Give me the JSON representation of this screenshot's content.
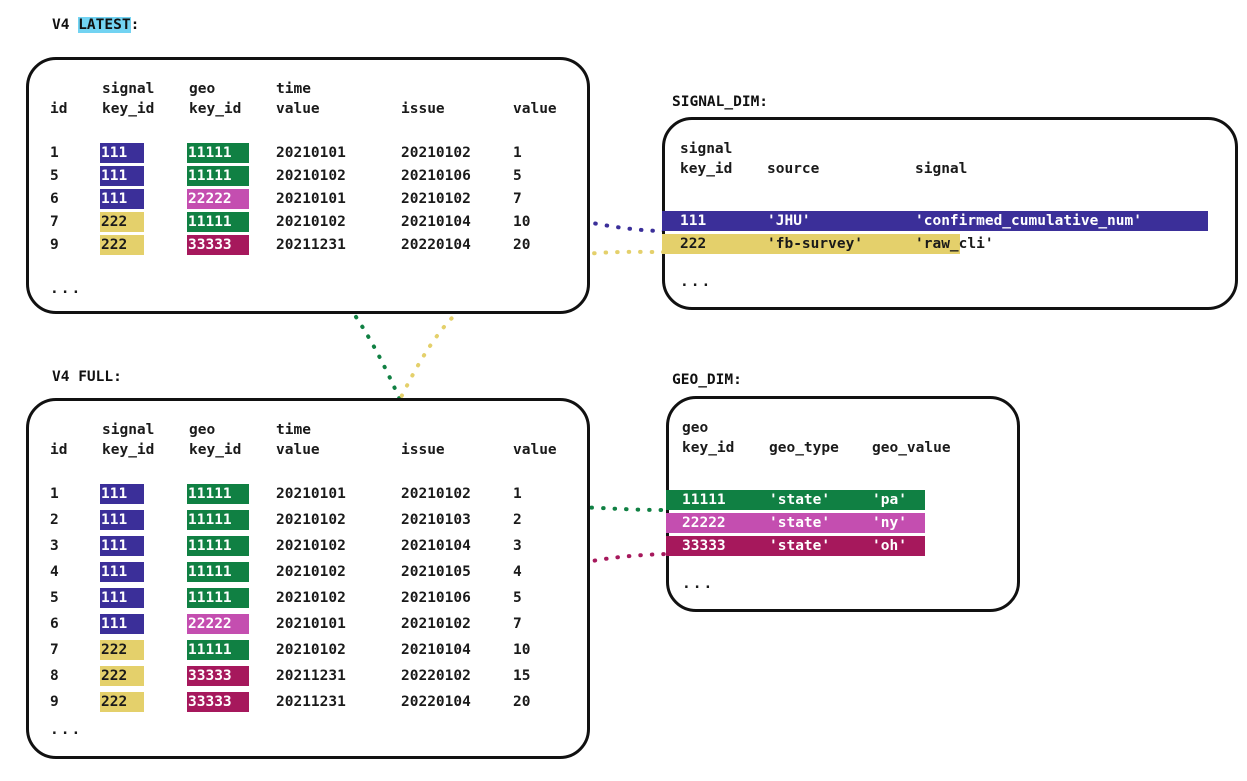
{
  "palette": {
    "purple": "#3b2f99",
    "khaki": "#e4d06b",
    "green": "#108043",
    "magenta": "#c44eb0",
    "maroon": "#a6185c",
    "cyan_highlight": "#72d3f2",
    "ink": "#111111"
  },
  "captions": {
    "latest_prefix": "V4 ",
    "latest_highlight": "LATEST",
    "latest_suffix": ":",
    "full": "V4 FULL:",
    "signal_dim": "SIGNAL_DIM:",
    "geo_dim": "GEO_DIM:"
  },
  "latest_table": {
    "header_top": [
      "",
      "signal",
      "geo",
      "time",
      "",
      ""
    ],
    "header_bottom": [
      "id",
      "key_id",
      "key_id",
      "value",
      "issue",
      "value"
    ],
    "rows": [
      {
        "id": "1",
        "signal_key_id": "111",
        "signal_color": "purple",
        "geo_key_id": "11111",
        "geo_color": "green",
        "time_value": "20210101",
        "issue": "20210102",
        "value": "1"
      },
      {
        "id": "5",
        "signal_key_id": "111",
        "signal_color": "purple",
        "geo_key_id": "11111",
        "geo_color": "green",
        "time_value": "20210102",
        "issue": "20210106",
        "value": "5"
      },
      {
        "id": "6",
        "signal_key_id": "111",
        "signal_color": "purple",
        "geo_key_id": "22222",
        "geo_color": "magenta",
        "time_value": "20210101",
        "issue": "20210102",
        "value": "7"
      },
      {
        "id": "7",
        "signal_key_id": "222",
        "signal_color": "khaki",
        "geo_key_id": "11111",
        "geo_color": "green",
        "time_value": "20210102",
        "issue": "20210104",
        "value": "10"
      },
      {
        "id": "9",
        "signal_key_id": "222",
        "signal_color": "khaki",
        "geo_key_id": "33333",
        "geo_color": "maroon",
        "time_value": "20211231",
        "issue": "20220104",
        "value": "20"
      }
    ],
    "ellipsis": "..."
  },
  "full_table": {
    "header_top": [
      "",
      "signal",
      "geo",
      "time",
      "",
      ""
    ],
    "header_bottom": [
      "id",
      "key_id",
      "key_id",
      "value",
      "issue",
      "value"
    ],
    "rows": [
      {
        "id": "1",
        "signal_key_id": "111",
        "signal_color": "purple",
        "geo_key_id": "11111",
        "geo_color": "green",
        "time_value": "20210101",
        "issue": "20210102",
        "value": "1"
      },
      {
        "id": "2",
        "signal_key_id": "111",
        "signal_color": "purple",
        "geo_key_id": "11111",
        "geo_color": "green",
        "time_value": "20210102",
        "issue": "20210103",
        "value": "2"
      },
      {
        "id": "3",
        "signal_key_id": "111",
        "signal_color": "purple",
        "geo_key_id": "11111",
        "geo_color": "green",
        "time_value": "20210102",
        "issue": "20210104",
        "value": "3"
      },
      {
        "id": "4",
        "signal_key_id": "111",
        "signal_color": "purple",
        "geo_key_id": "11111",
        "geo_color": "green",
        "time_value": "20210102",
        "issue": "20210105",
        "value": "4"
      },
      {
        "id": "5",
        "signal_key_id": "111",
        "signal_color": "purple",
        "geo_key_id": "11111",
        "geo_color": "green",
        "time_value": "20210102",
        "issue": "20210106",
        "value": "5"
      },
      {
        "id": "6",
        "signal_key_id": "111",
        "signal_color": "purple",
        "geo_key_id": "22222",
        "geo_color": "magenta",
        "time_value": "20210101",
        "issue": "20210102",
        "value": "7"
      },
      {
        "id": "7",
        "signal_key_id": "222",
        "signal_color": "khaki",
        "geo_key_id": "11111",
        "geo_color": "green",
        "time_value": "20210102",
        "issue": "20210104",
        "value": "10"
      },
      {
        "id": "8",
        "signal_key_id": "222",
        "signal_color": "khaki",
        "geo_key_id": "33333",
        "geo_color": "maroon",
        "time_value": "20211231",
        "issue": "20220102",
        "value": "15"
      },
      {
        "id": "9",
        "signal_key_id": "222",
        "signal_color": "khaki",
        "geo_key_id": "33333",
        "geo_color": "maroon",
        "time_value": "20211231",
        "issue": "20220104",
        "value": "20"
      }
    ],
    "ellipsis": "..."
  },
  "signal_dim_table": {
    "header_top": [
      "signal",
      "",
      ""
    ],
    "header_bottom": [
      "key_id",
      "source",
      "signal"
    ],
    "rows": [
      {
        "key_id": "111",
        "source": "'JHU'",
        "signal": "'confirmed_cumulative_num'",
        "color": "purple"
      },
      {
        "key_id": "222",
        "source": "'fb-survey'",
        "signal": "'raw_cli'",
        "color": "khaki"
      }
    ],
    "ellipsis": "..."
  },
  "geo_dim_table": {
    "header_top": [
      "geo",
      "",
      ""
    ],
    "header_bottom": [
      "key_id",
      "geo_type",
      "geo_value"
    ],
    "rows": [
      {
        "key_id": "11111",
        "geo_type": "'state'",
        "geo_value": "'pa'",
        "color": "green"
      },
      {
        "key_id": "22222",
        "geo_type": "'state'",
        "geo_value": "'ny'",
        "color": "magenta"
      },
      {
        "key_id": "33333",
        "geo_type": "'state'",
        "geo_value": "'oh'",
        "color": "maroon"
      }
    ],
    "ellipsis": "..."
  },
  "connectors": [
    {
      "name": "latest-signal-111-to-signal-dim-111",
      "color": "purple"
    },
    {
      "name": "latest-geo-11111-to-geo-dim-11111",
      "color": "green"
    },
    {
      "name": "full-signal-222-to-signal-dim-222",
      "color": "khaki"
    },
    {
      "name": "full-geo-33333-to-geo-dim-33333",
      "color": "maroon"
    }
  ]
}
